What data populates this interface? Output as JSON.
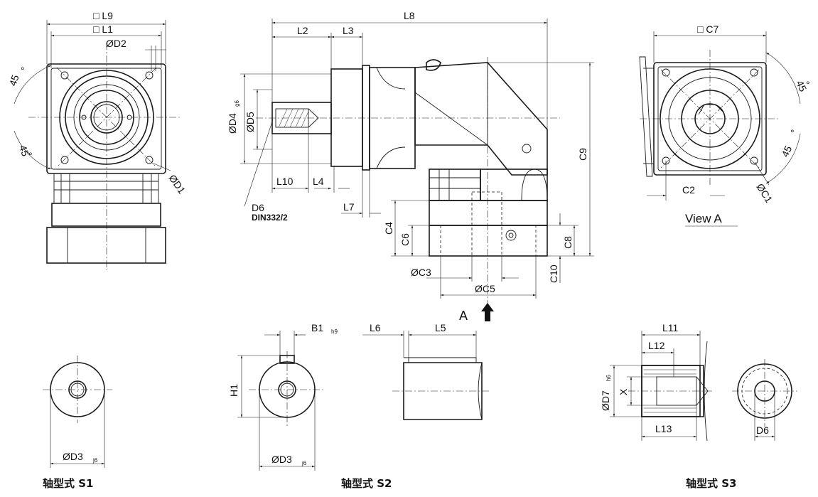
{
  "top_view": {
    "l9": "□ L9",
    "l1": "□ L1",
    "d2": "ØD2",
    "d1": "ØD1",
    "a1": "45",
    "a2": "45",
    "deg": "°"
  },
  "side_view": {
    "l8": "L8",
    "l2": "L2",
    "l3": "L3",
    "d4": "ØD4",
    "d4_tol": "g6",
    "d5": "ØD5",
    "l10": "L10",
    "l4": "L4",
    "l7": "L7",
    "d6": "D6",
    "din": "DIN332/2",
    "c9": "C9",
    "c4": "C4",
    "c6": "C6",
    "c8": "C8",
    "c10": "C10",
    "c3": "ØC3",
    "c5": "ØC5",
    "arrow": "A"
  },
  "view_a": {
    "c7": "□ C7",
    "a1": "45",
    "a2": "45",
    "deg": "°",
    "c2": "C2",
    "c1": "ØC1",
    "label": "View A"
  },
  "shaft_s1": {
    "d3": "ØD3",
    "tol": "j6",
    "caption": "轴型式  S1"
  },
  "shaft_s2": {
    "b1": "B1",
    "b1_tol": "h9",
    "l6": "L6",
    "l5": "L5",
    "h1": "H1",
    "d3": "ØD3",
    "tol": "j6",
    "caption": "轴型式  S2"
  },
  "shaft_s3": {
    "l11": "L11",
    "l12": "L12",
    "l13": "L13",
    "d7": "ØD7",
    "d7_tol": "h6",
    "x": "X",
    "d6": "D6",
    "caption": "轴型式  S3"
  }
}
